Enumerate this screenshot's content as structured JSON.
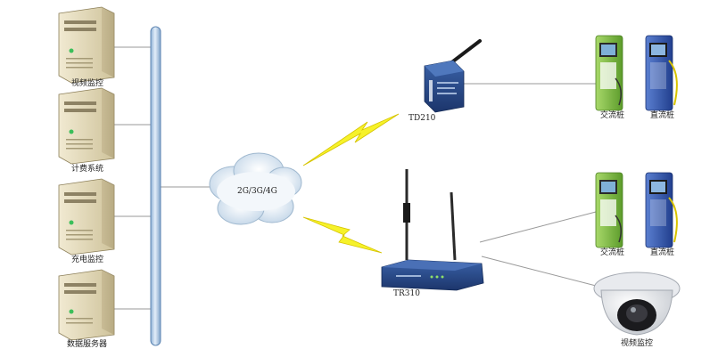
{
  "servers": [
    {
      "label": "视频监控"
    },
    {
      "label": "计费系统"
    },
    {
      "label": "充电监控"
    },
    {
      "label": "数据服务器"
    }
  ],
  "cloud": {
    "label": "2G/3G/4G"
  },
  "devices": {
    "td210": {
      "label": "TD210"
    },
    "tr310": {
      "label": "TR310"
    }
  },
  "chargers": {
    "top": {
      "ac": "交流桩",
      "dc": "直流桩"
    },
    "bottom": {
      "ac": "交流桩",
      "dc": "直流桩"
    }
  },
  "camera": {
    "label": "视频监控"
  },
  "colors": {
    "bus": "#c9dcef",
    "bolt": "#f6f22a",
    "ac_body": "#7dbf3a",
    "dc_body": "#2f55b0",
    "device": "#274a86",
    "server": "#ddd4b4"
  }
}
